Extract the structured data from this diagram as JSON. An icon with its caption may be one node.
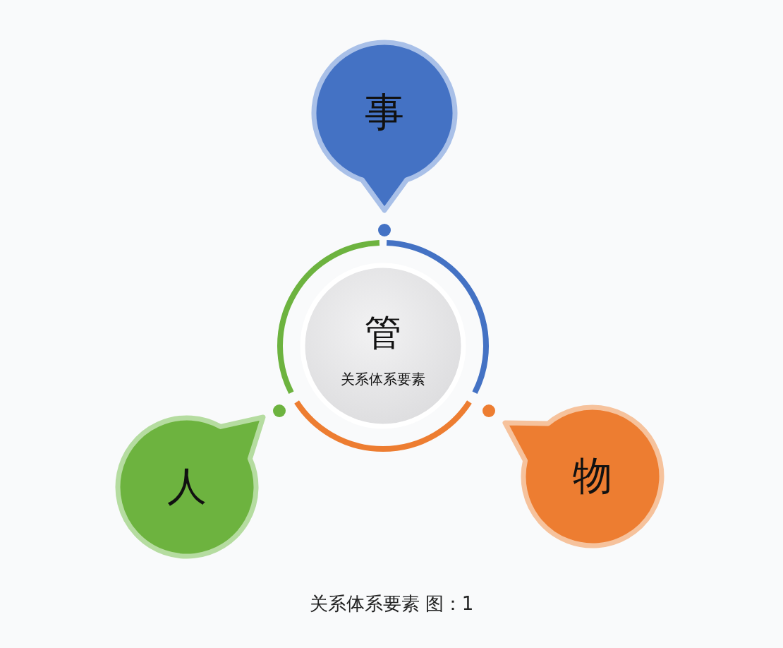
{
  "diagram": {
    "caption": "关系体系要素 图：1",
    "nodes": [
      {
        "text": [
          "事"
        ]
      },
      {
        "text": [
          "管",
          "关系体系要素"
        ]
      },
      {
        "text": [
          "人"
        ]
      },
      {
        "text": [
          "物"
        ]
      }
    ]
  }
}
